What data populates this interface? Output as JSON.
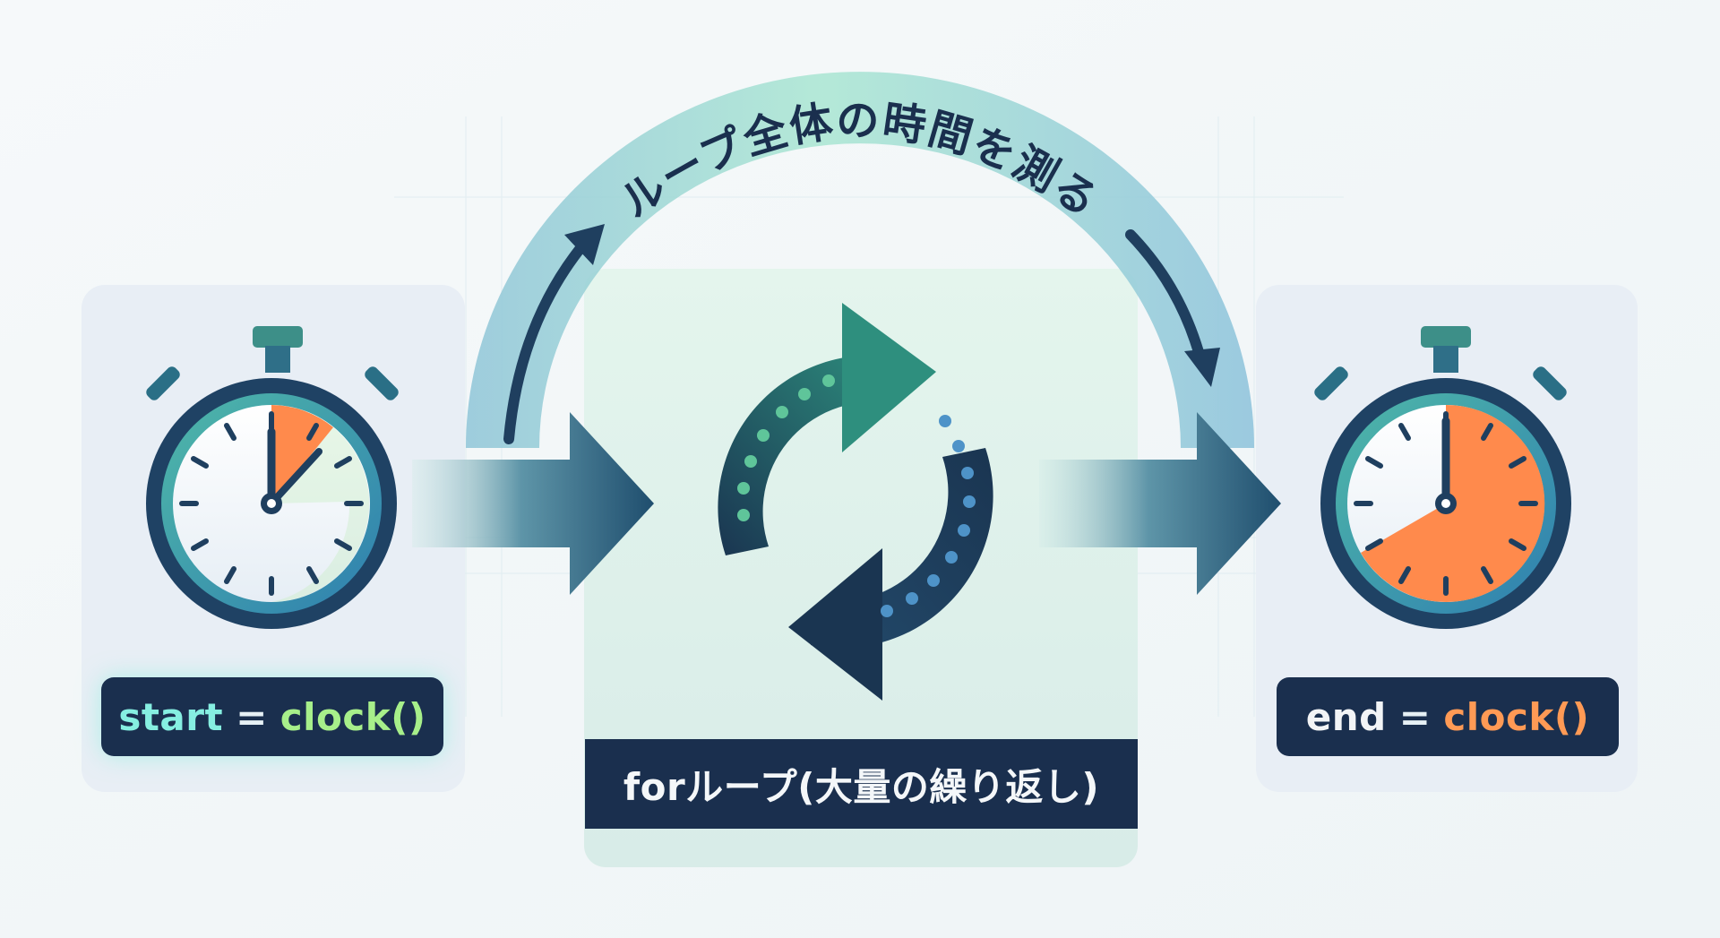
{
  "arc_label": "ループ全体の時間を測る",
  "start": {
    "var": "start",
    "op": "=",
    "fn": "clock()"
  },
  "end": {
    "var": "end",
    "op": "=",
    "fn": "clock()"
  },
  "loop_label": "forループ(大量の繰り返し)",
  "colors": {
    "navy": "#1a2f4e",
    "teal": "#3e9f9a",
    "green": "#5fc59a",
    "orange": "#ff8a4c",
    "panel_bg": "#e9eff5",
    "loop_bg": "#dff1ea"
  },
  "icons": [
    "stopwatch-start-icon",
    "loop-cycle-icon",
    "stopwatch-end-icon"
  ]
}
